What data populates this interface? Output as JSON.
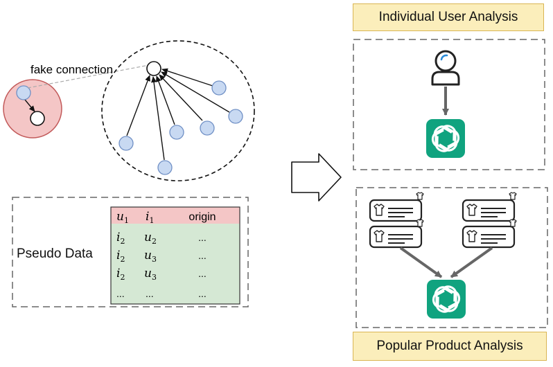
{
  "left_graph": {
    "fake_connection_label": "fake connection"
  },
  "pseudo_data": {
    "label": "Pseudo Data",
    "header_row": {
      "c1": "u",
      "c1_sub": "1",
      "c2": "i",
      "c2_sub": "1",
      "c3": "origin"
    },
    "rows": [
      {
        "c1": "i",
        "c1_sub": "2",
        "c2": "u",
        "c2_sub": "2",
        "c3": "..."
      },
      {
        "c1": "i",
        "c1_sub": "2",
        "c2": "u",
        "c2_sub": "3",
        "c3": "..."
      },
      {
        "c1": "i",
        "c1_sub": "2",
        "c2": "u",
        "c2_sub": "3",
        "c3": "..."
      },
      {
        "c1": "...",
        "c1_sub": "",
        "c2": "...",
        "c2_sub": "",
        "c3": "..."
      }
    ]
  },
  "right_panel": {
    "individual_title": "Individual User Analysis",
    "popular_title": "Popular Product Analysis"
  },
  "colors": {
    "node_fill": "#c8d9f2",
    "node_stroke": "#6f8fc5",
    "pink_circle": "#f4c6c6",
    "pink_stroke": "#c25a5a",
    "header_fill": "#fbeebb",
    "header_stroke": "#d9b552",
    "table_header": "#f4c6c6",
    "table_body": "#d5e8d4",
    "gpt_green": "#10a37f",
    "arrow_gray": "#666666"
  },
  "icons": [
    "user-icon",
    "chatgpt-logo-icon",
    "product-card-icon",
    "tshirt-icon",
    "hollow-arrow-icon"
  ]
}
